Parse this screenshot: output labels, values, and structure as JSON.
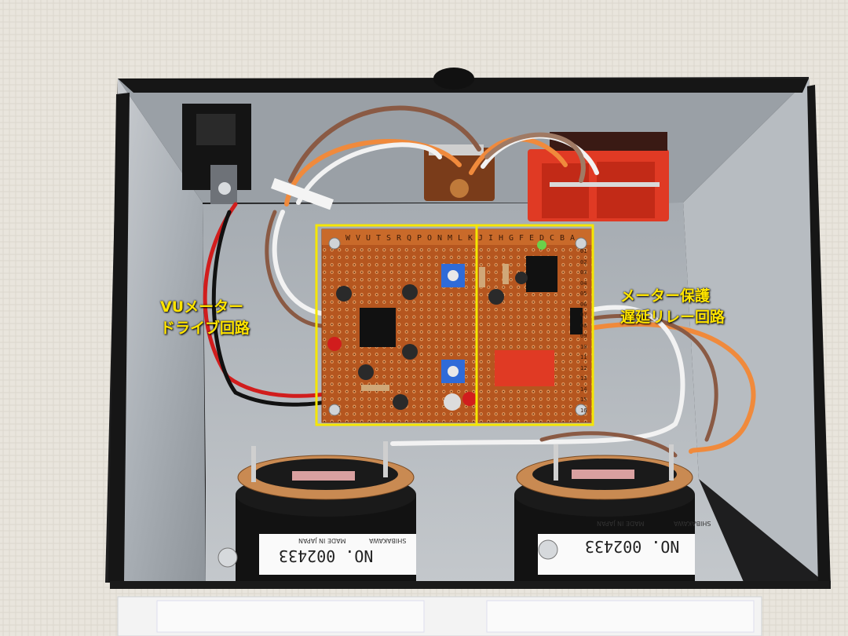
{
  "annotations": {
    "left_label": [
      "VUメーター",
      "ドライブ回路"
    ],
    "right_label": [
      "メーター保護",
      "遅延リレー回路"
    ],
    "highlight_color": "#f5e600"
  },
  "meters": [
    {
      "serial": "NO. 002433",
      "maker": "SHIBAKAWA",
      "origin": "MADE IN JAPAN"
    },
    {
      "serial": "NO. 002433",
      "maker": "SHIBAKAWA",
      "origin": "MADE IN JAPAN"
    }
  ],
  "board": {
    "column_letters": "WVUTSRQPONMLKJIHGFEDCBA",
    "row_numbers": [
      "01",
      "02",
      "03",
      "04",
      "05",
      "06",
      "07",
      "08",
      "09",
      "10",
      "11",
      "12",
      "13",
      "14",
      "15",
      "16"
    ]
  }
}
